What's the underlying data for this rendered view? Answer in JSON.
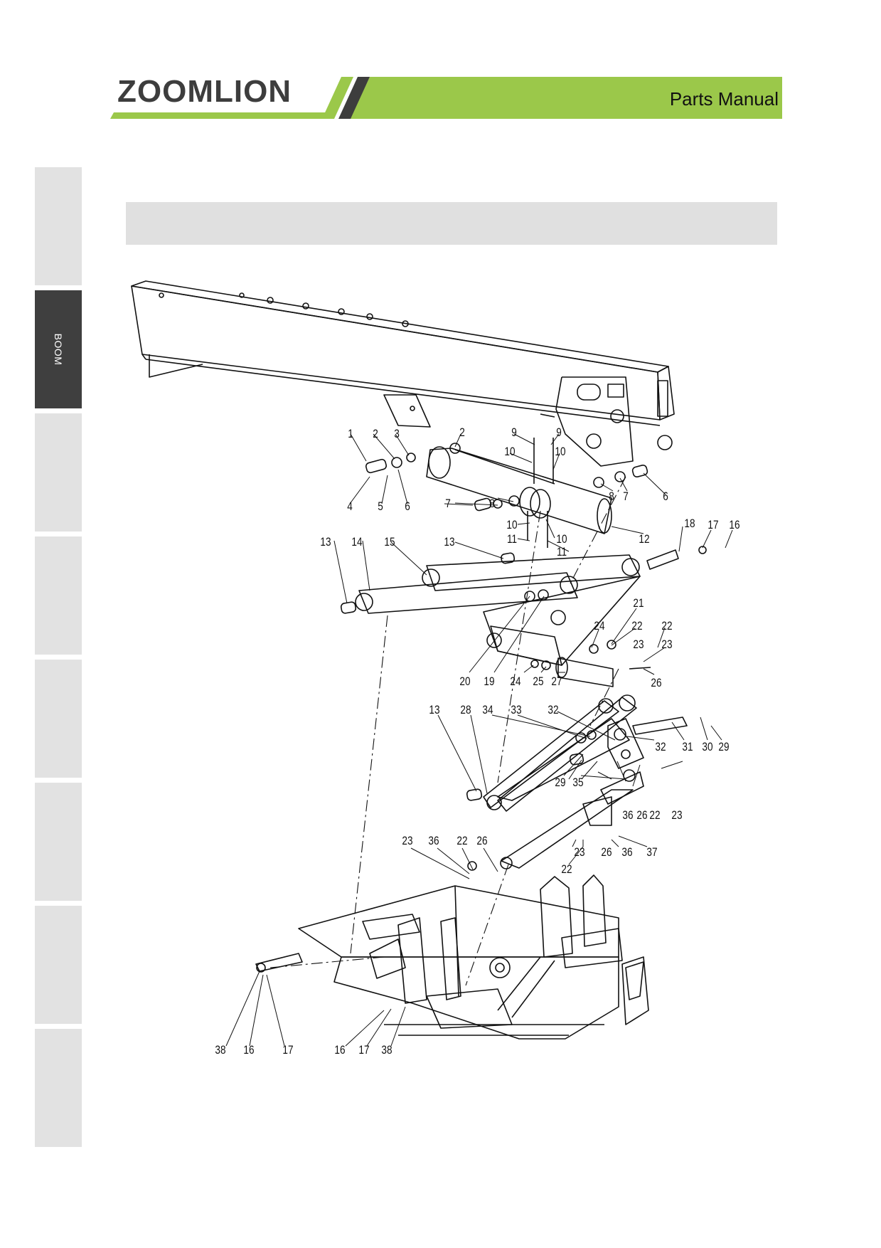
{
  "header": {
    "brand": "ZOOMLION",
    "title": "Parts Manual",
    "accent_color": "#9bc84a",
    "stripe_color": "#3d3d3d"
  },
  "side_tabs": [
    {
      "label": "",
      "active": false
    },
    {
      "label": "BOOM",
      "active": true
    },
    {
      "label": "",
      "active": false
    },
    {
      "label": "",
      "active": false
    },
    {
      "label": "",
      "active": false
    },
    {
      "label": "",
      "active": false
    },
    {
      "label": "",
      "active": false
    },
    {
      "label": "",
      "active": false
    }
  ],
  "section_bar": {
    "title": ""
  },
  "callouts": [
    "1",
    "2",
    "3",
    "2",
    "9",
    "9",
    "10",
    "10",
    "8",
    "7",
    "6",
    "4",
    "5",
    "6",
    "7",
    "8",
    "10",
    "11",
    "10",
    "11",
    "12",
    "13",
    "14",
    "15",
    "13",
    "18",
    "17",
    "16",
    "21",
    "24",
    "22",
    "23",
    "22",
    "23",
    "20",
    "19",
    "24",
    "25",
    "27",
    "26",
    "13",
    "28",
    "34",
    "33",
    "32",
    "32",
    "31",
    "30",
    "29",
    "29",
    "35",
    "36",
    "26",
    "22",
    "23",
    "23",
    "36",
    "22",
    "26",
    "23",
    "26",
    "36",
    "22",
    "37",
    "38",
    "16",
    "17",
    "16",
    "17",
    "38"
  ]
}
